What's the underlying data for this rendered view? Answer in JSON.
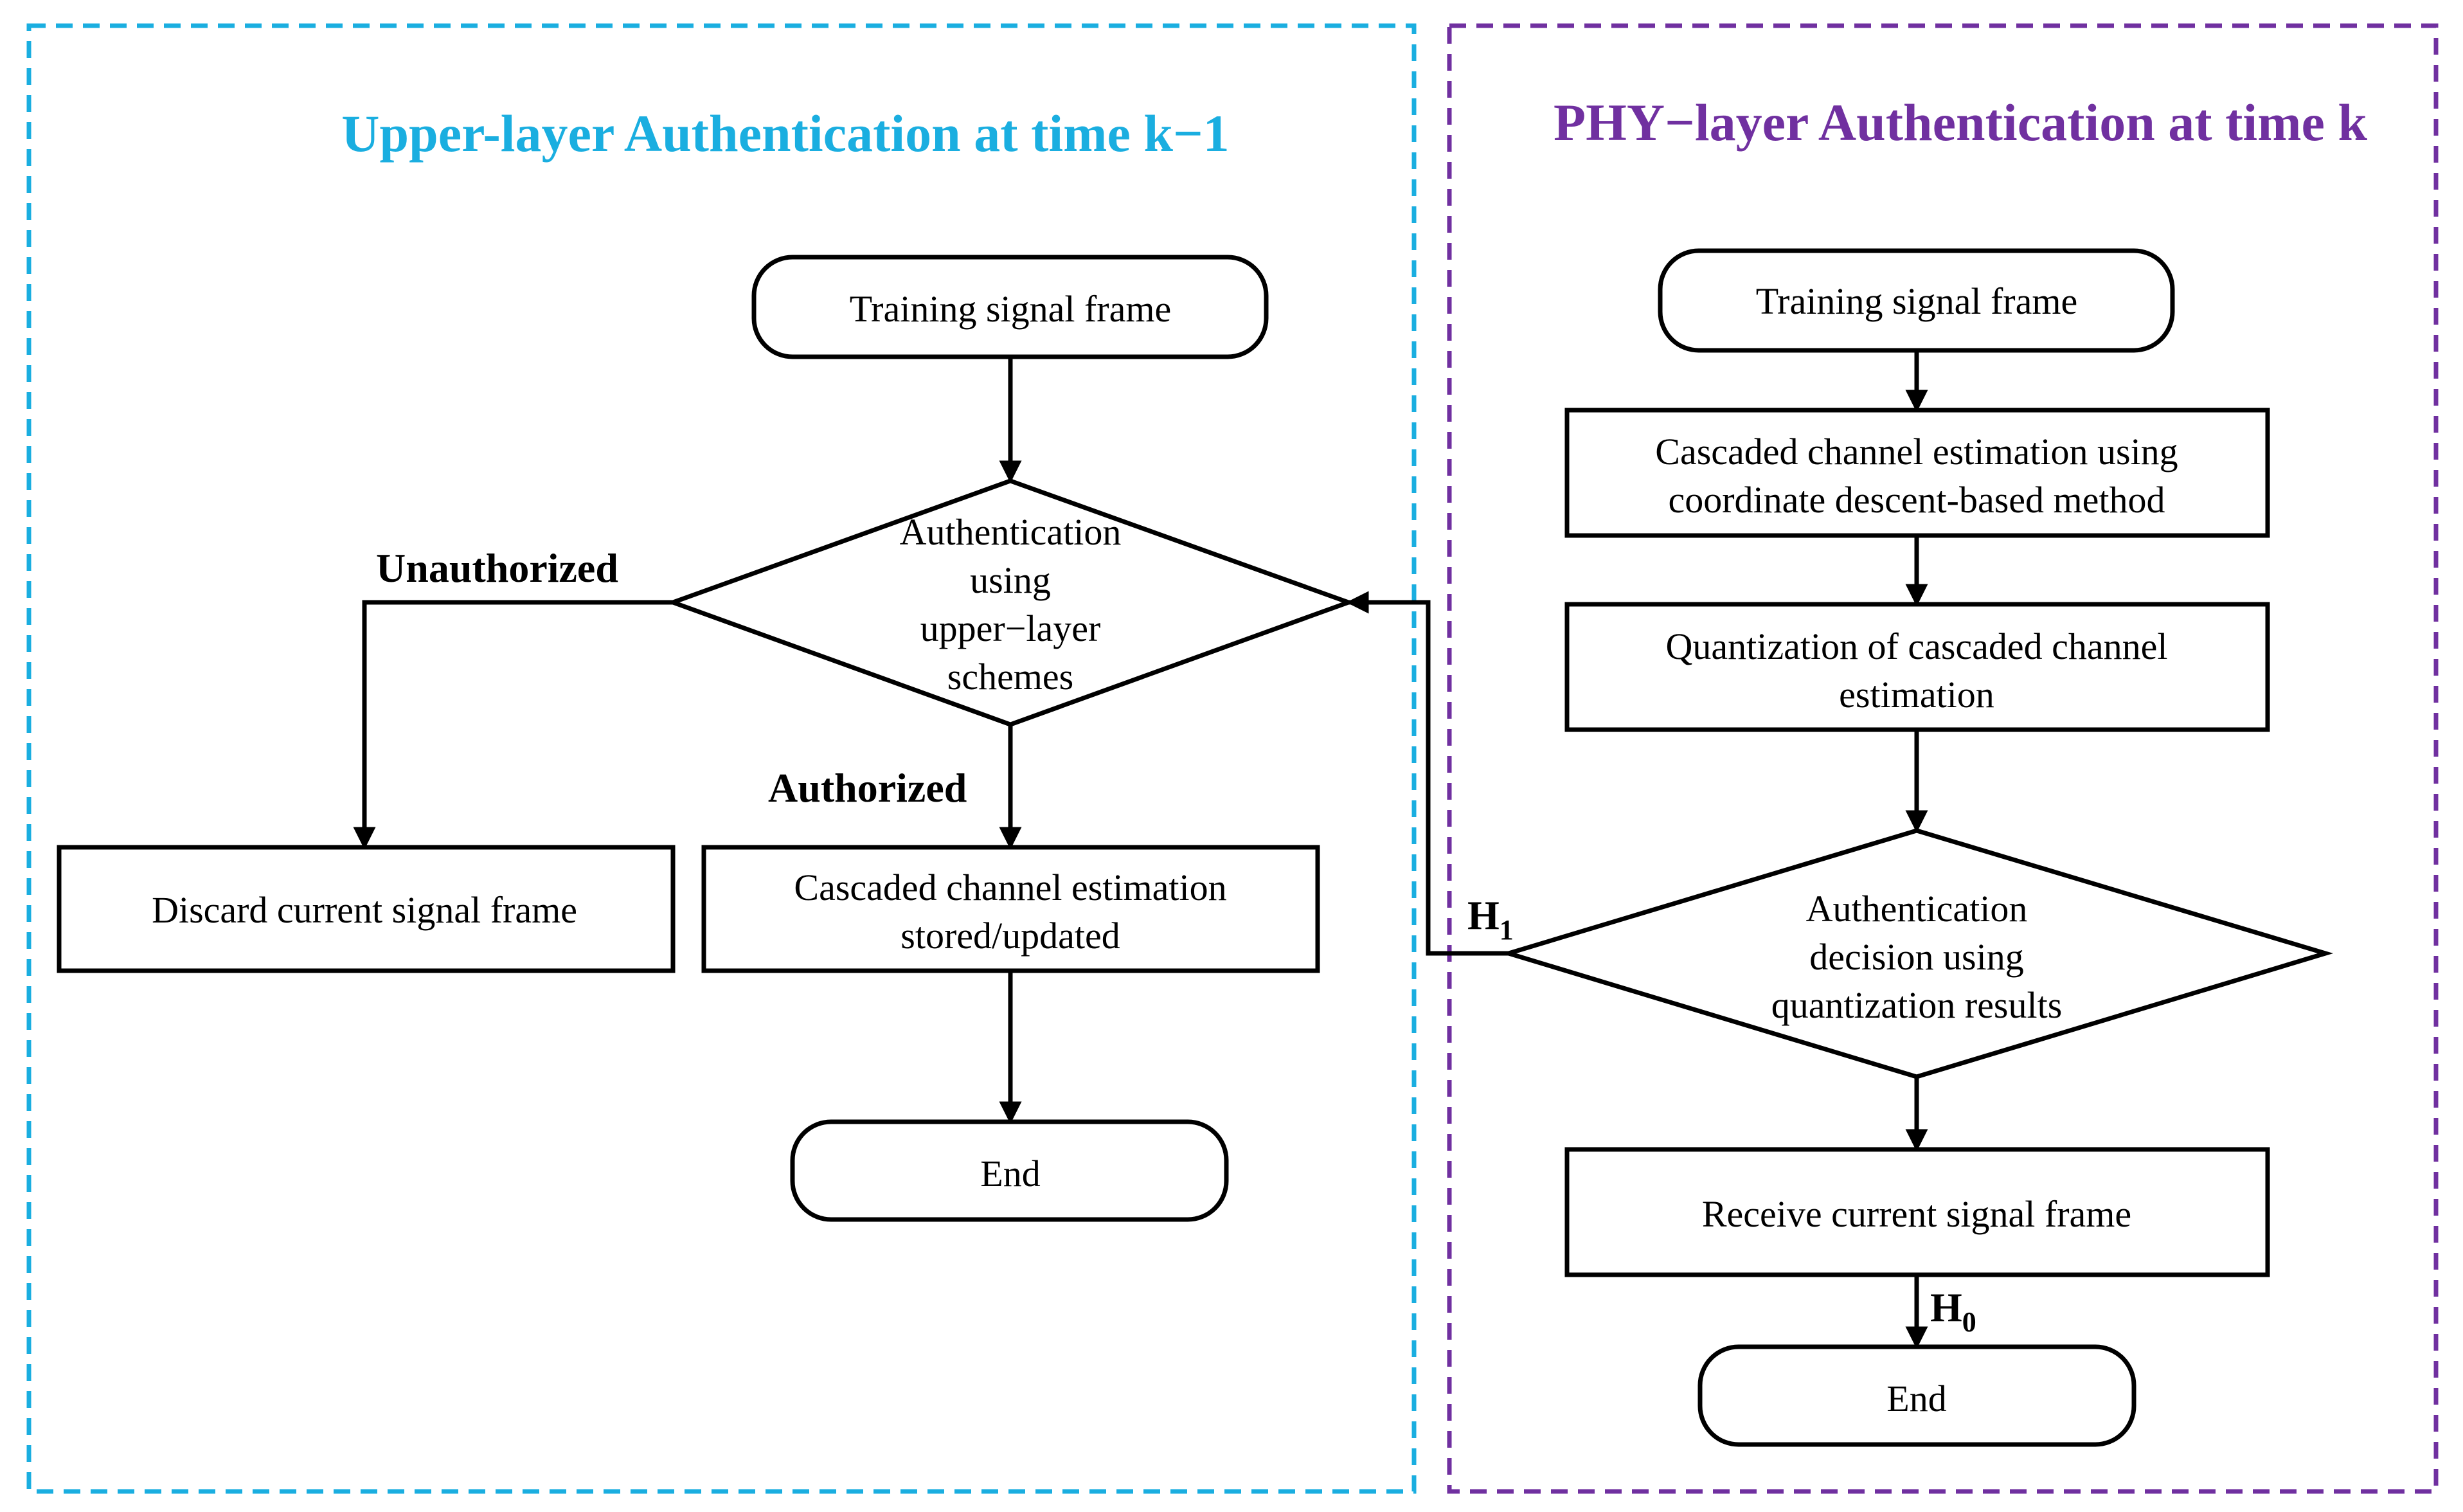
{
  "colors": {
    "upper_accent": "#1aaee0",
    "phy_accent": "#7030a0",
    "line": "#000000"
  },
  "upper_panel": {
    "title": "Upper-layer Authentication at time k−1",
    "start": "Training signal frame",
    "decision": [
      "Authentication",
      "using",
      "upper−layer",
      "schemes"
    ],
    "unauthorized_label": "Unauthorized",
    "authorized_label": "Authorized",
    "discard": "Discard current signal frame",
    "store": [
      "Cascaded channel estimation",
      "stored/updated"
    ],
    "end": "End"
  },
  "phy_panel": {
    "title": "PHY−layer Authentication at time k",
    "start": "Training signal frame",
    "estimation": [
      "Cascaded channel estimation using",
      "coordinate descent-based method"
    ],
    "quantization": [
      "Quantization of cascaded channel",
      "estimation"
    ],
    "decision": [
      "Authentication",
      "decision using",
      "quantization results"
    ],
    "h1_label": "H",
    "h1_sub": "1",
    "receive": "Receive current signal frame",
    "h0_label": "H",
    "h0_sub": "0",
    "end": "End"
  }
}
